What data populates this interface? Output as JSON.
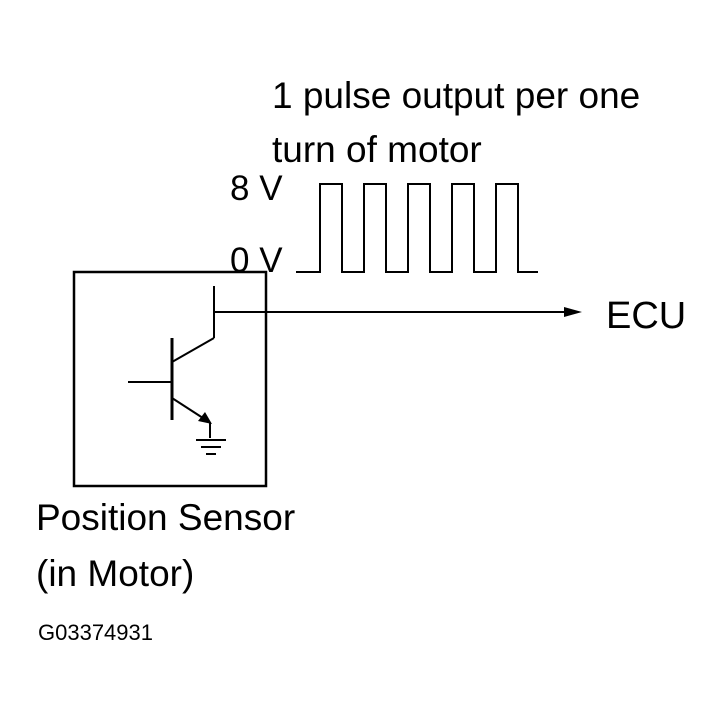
{
  "caption": {
    "line1": "1 pulse output per one",
    "line2": "turn of motor"
  },
  "voltage": {
    "high": "8 V",
    "low": "0 V"
  },
  "ecu_label": "ECU",
  "sensor_label": {
    "line1": "Position Sensor",
    "line2": "(in Motor)"
  },
  "figure_code": "G03374931",
  "waveform": {
    "pulses_shown": 5
  },
  "colors": {
    "ink": "#000000",
    "background": "#ffffff"
  }
}
